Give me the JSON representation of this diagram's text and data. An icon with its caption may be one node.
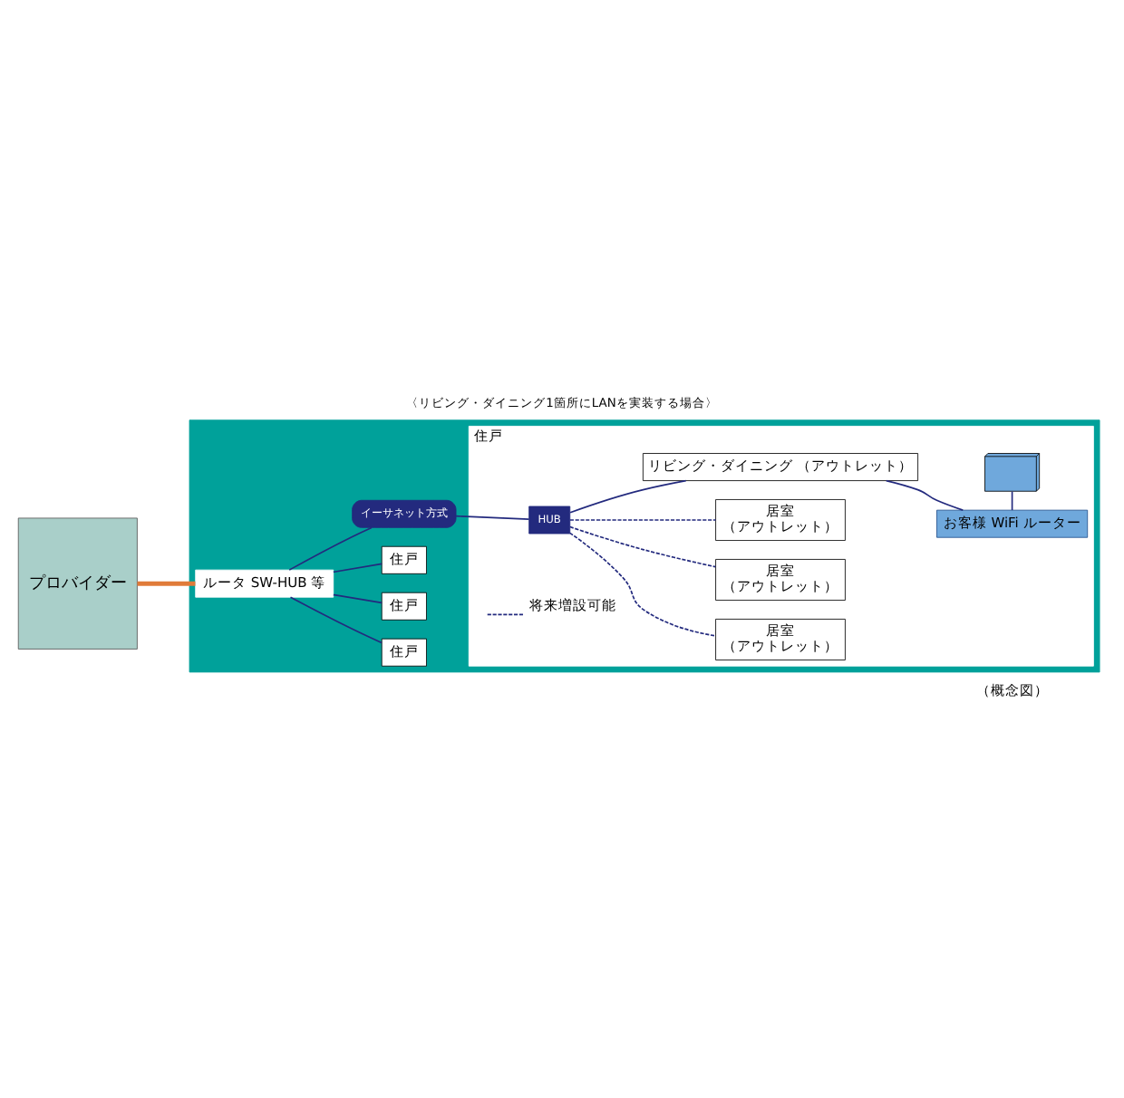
{
  "diagram": {
    "title": "〈リビング・ダイニング1箇所にLANを実装する場合〉",
    "caption": "（概念図）",
    "nodes": [
      {
        "text": [
          "プロバイダー"
        ]
      },
      {
        "text": [],
        "shape": "box"
      },
      {
        "text": [
          "住戸"
        ],
        "in": 1
      },
      {
        "text": [
          "住戸"
        ],
        "in": 1
      },
      {
        "text": [
          "住戸"
        ],
        "in": 1
      },
      {
        "text": [
          "ルータ SW-HUB 等"
        ],
        "in": 1
      },
      {
        "text": [
          "イーサネット方式"
        ],
        "in": 1
      },
      {
        "text": [
          "住戸"
        ],
        "in": 1
      },
      {
        "text": [
          "HUB"
        ],
        "in": 7
      },
      {
        "text": [
          "居室",
          "（アウトレット）"
        ],
        "in": 7
      },
      {
        "text": [
          "居室",
          "（アウトレット）"
        ],
        "in": 7
      },
      {
        "text": [
          "リビング・ダイニング （アウトレット）"
        ],
        "in": 7
      },
      {
        "text": [
          "お客様 WiFi ルーター"
        ],
        "in": 7
      },
      {
        "text": [],
        "shape": "picture",
        "in": 7
      },
      {
        "text": [
          "居室",
          "（アウトレット）"
        ],
        "in": 7
      }
    ],
    "edges": [
      {
        "from": 0,
        "to": 5,
        "arrow": "none",
        "style": "thick",
        "color": "#e07b39"
      },
      {
        "from": 5,
        "to": 2,
        "arrow": "none"
      },
      {
        "from": 5,
        "to": 3,
        "arrow": "none"
      },
      {
        "from": 5,
        "to": 4,
        "arrow": "none"
      },
      {
        "from": 5,
        "to": 6,
        "arrow": "none"
      },
      {
        "from": 6,
        "to": 8,
        "arrow": "none"
      },
      {
        "from": 8,
        "to": 9,
        "arrow": "none",
        "style": "dashed"
      },
      {
        "from": 8,
        "to": 10,
        "arrow": "none",
        "style": "dashed"
      },
      {
        "from": 8,
        "to": 11,
        "arrow": "none"
      },
      {
        "from": 8,
        "to": 14,
        "arrow": "none",
        "style": "dashed"
      },
      {
        "from": 11,
        "to": 12,
        "arrow": "none"
      },
      {
        "from": 12,
        "to": 13,
        "arrow": "none"
      }
    ],
    "legend": [
      {
        "text": "将来増設可能"
      }
    ]
  }
}
